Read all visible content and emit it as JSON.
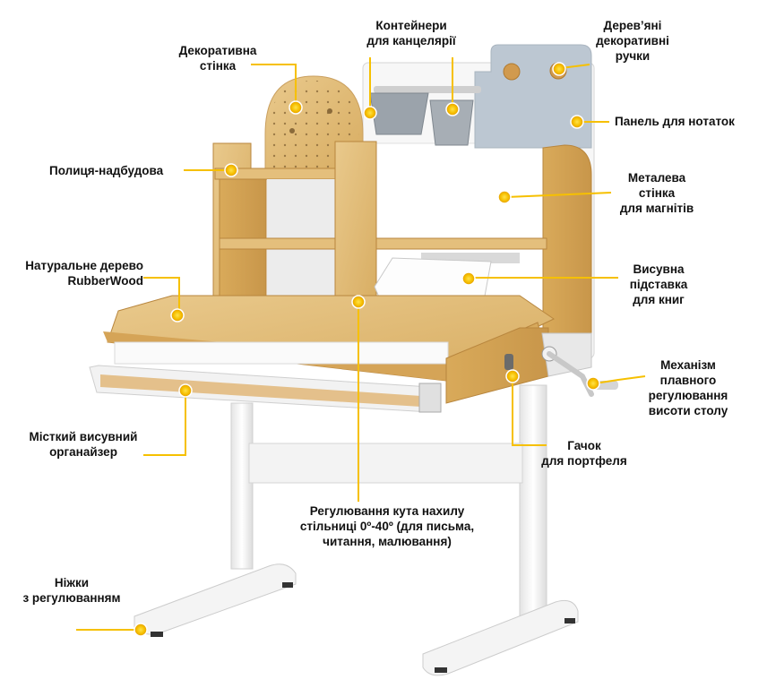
{
  "accent_color": "#f6c000",
  "callouts": {
    "decor_wall": "Декоративна\nстінка",
    "containers": "Контейнери\nдля канцелярії",
    "wood_handles": "Дерев’яні\nдекоративні\nручки",
    "notes_panel": "Панель для нотаток",
    "shelf": "Полиця-надбудова",
    "metal_wall": "Металева\nстінка\nдля магнітів",
    "natural_wood": "Натуральне дерево\nRubberWood",
    "book_stand": "Висувна\nпідставка\nдля книг",
    "height_mechanism": "Механізм\nплавного\nрегулювання\nвисоти столу",
    "organizer": "Місткий висувний\nорганайзер",
    "bag_hook": "Гачок\nдля портфеля",
    "tilt": "Регулювання кута нахилу\nстільниці 0º-40º (для письма,\nчитання, малювання)",
    "legs": "Ніжки\nз регулюванням"
  }
}
